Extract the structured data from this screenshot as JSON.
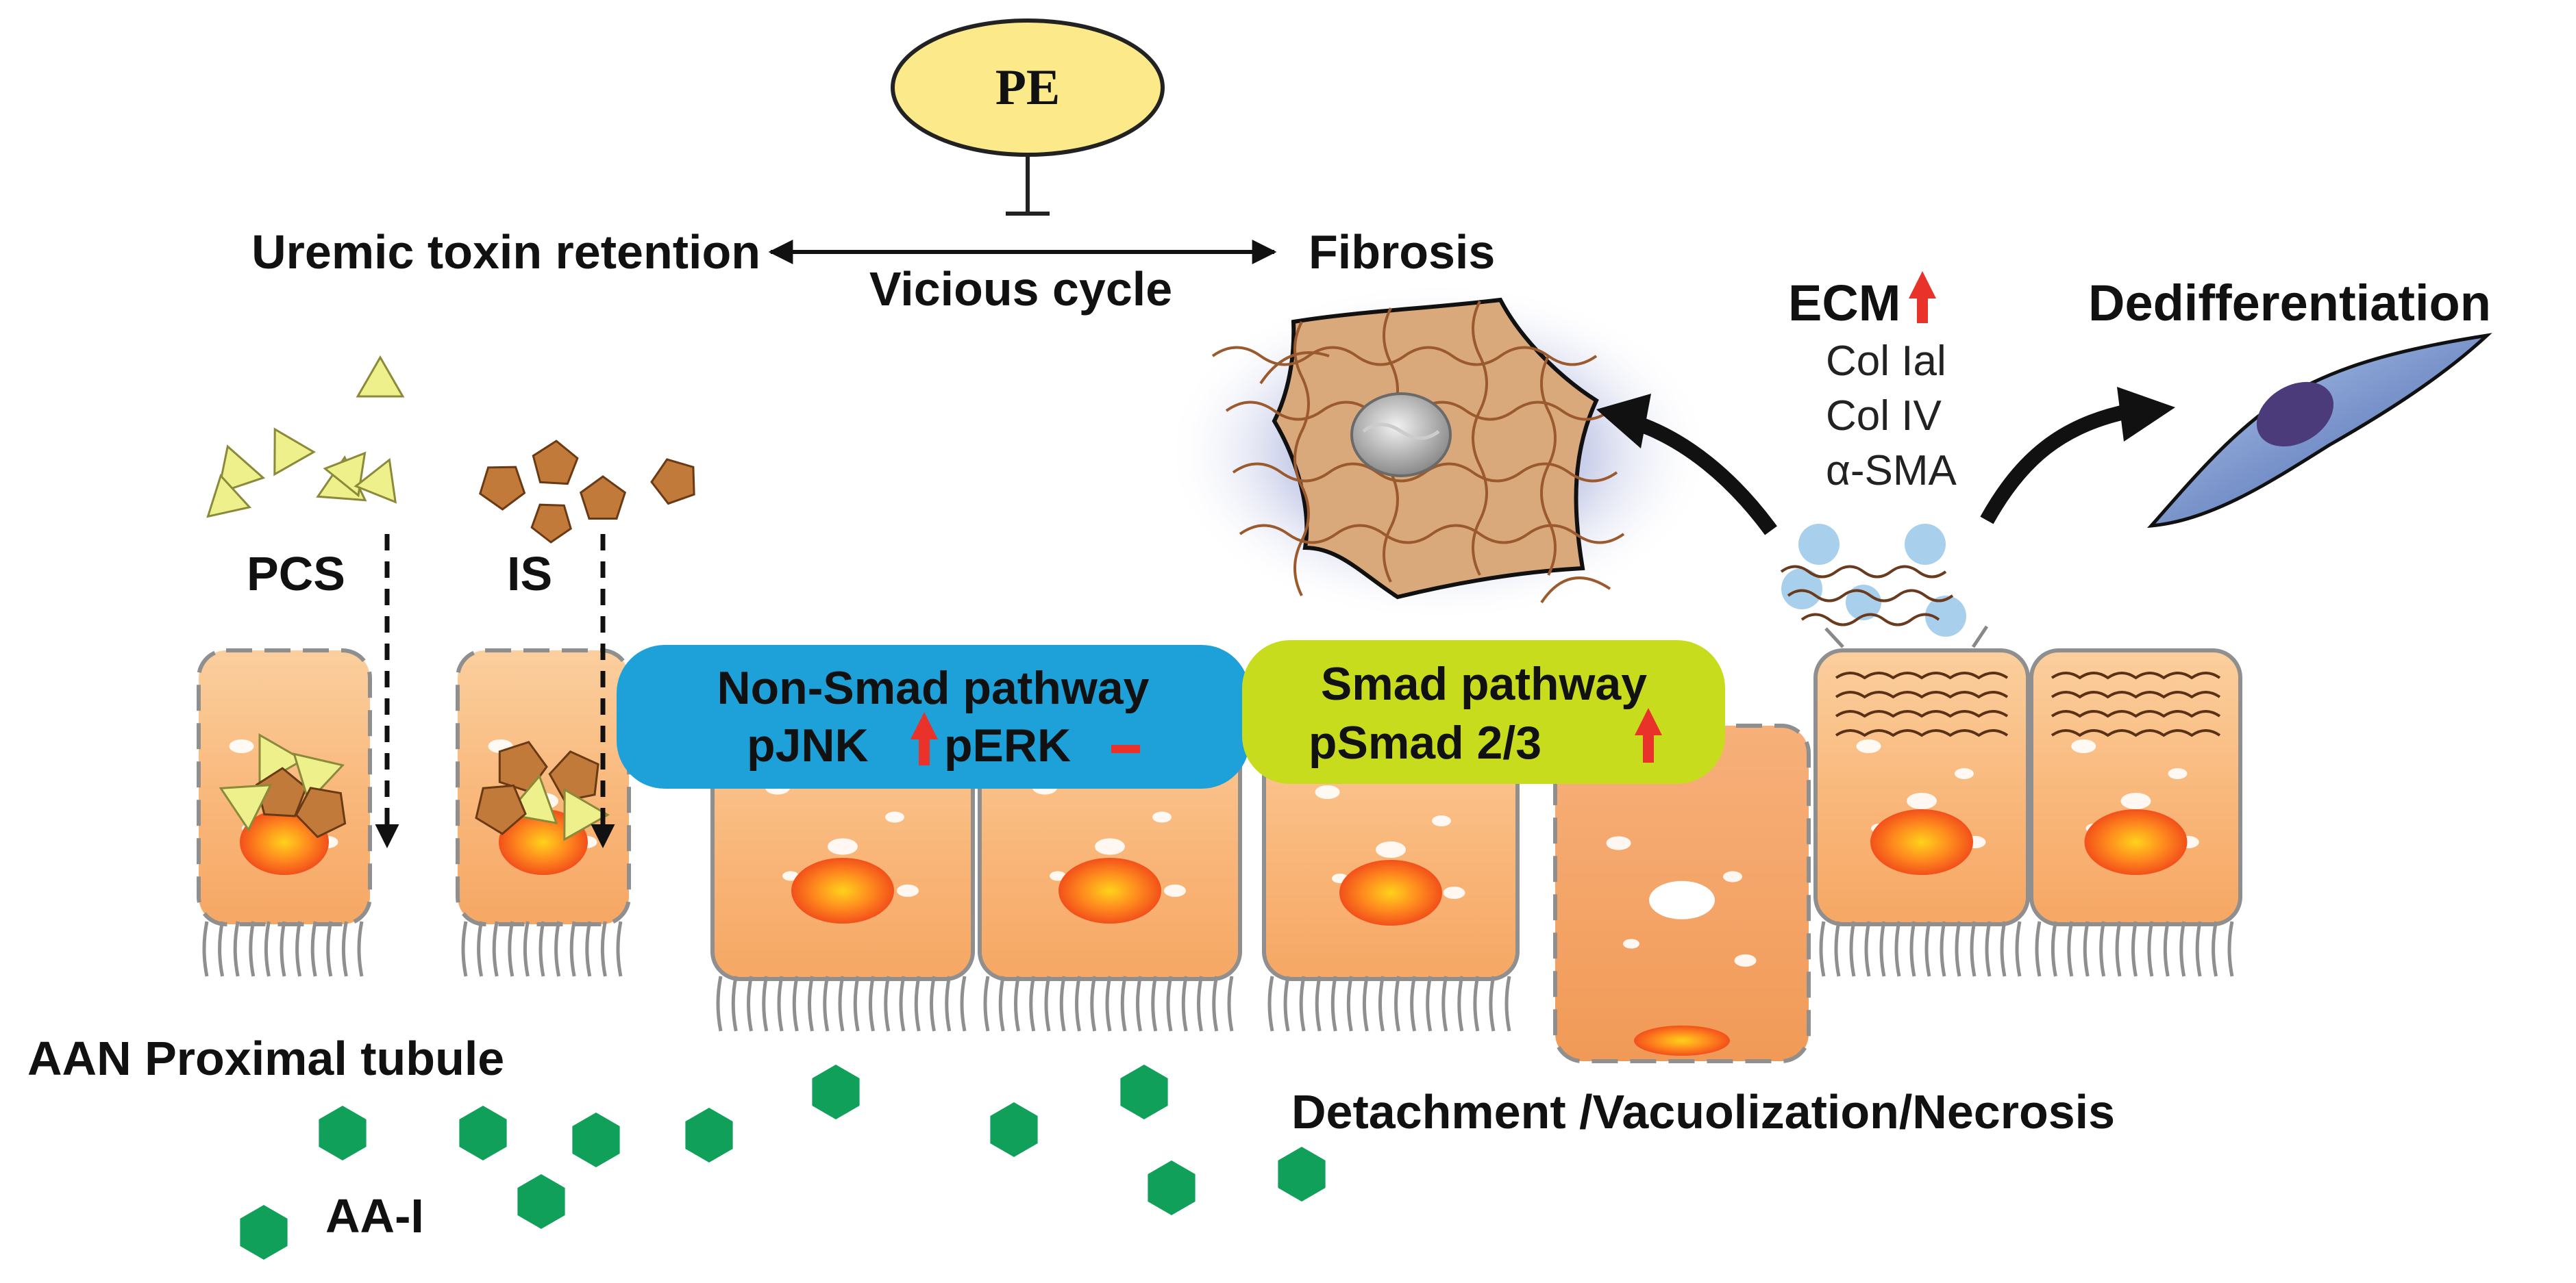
{
  "labels": {
    "pe": "PE",
    "uremic": "Uremic toxin retention",
    "vicious": "Vicious cycle",
    "fibrosis": "Fibrosis",
    "ecm": "ECM",
    "col1": "Col Ial",
    "col4": "Col IV",
    "asma": "α-SMA",
    "dediff": "Dedifferentiation",
    "pcs": "PCS",
    "is": "IS",
    "nonsmad_line1": "Non-Smad pathway",
    "nonsmad_pjnk": "pJNK",
    "nonsmad_perk": "pERK",
    "smad_line1": "Smad pathway",
    "smad_line2": "pSmad 2/3",
    "aan": "AAN Proximal tubule",
    "detach": "Detachment /Vacuolization/Necrosis",
    "aai": "AA-I"
  },
  "colors": {
    "pe_fill": "#fbe98a",
    "nonsmad_fill": "#1ea0d8",
    "smad_fill": "#c8dc1e",
    "up_arrow": "#e8322a",
    "cell_fill": "#f9b77a",
    "nucleus": "#f25a1e",
    "aa_hexagon": "#11a05a",
    "pcs_triangle": "#eef08c",
    "is_pentagon": "#c17a3a",
    "fibroblast": "#d9a97c",
    "myofibroblast": "#5575b8"
  }
}
